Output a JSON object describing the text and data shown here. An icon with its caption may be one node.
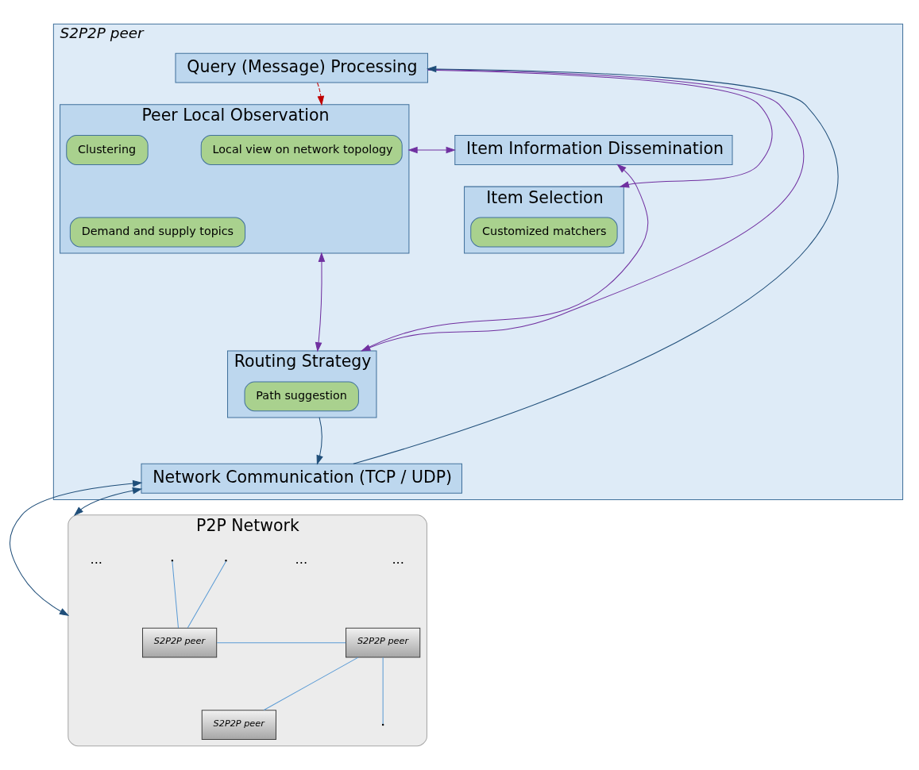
{
  "diagram": {
    "nodes": [
      {
        "text": [
          "S2P2P peer"
        ]
      },
      {
        "text": [
          "Query (Message) Processing"
        ],
        "in": 0
      },
      {
        "text": [
          "Peer Local Observation"
        ],
        "in": 0
      },
      {
        "text": [
          "Local view on network topology"
        ],
        "in": 2
      },
      {
        "text": [
          "Clustering"
        ],
        "in": 2
      },
      {
        "text": [
          "Demand and supply topics"
        ],
        "in": 2
      },
      {
        "text": [
          "Item Information Dissemination"
        ],
        "in": 0
      },
      {
        "text": [
          "Item Selection"
        ],
        "in": 0
      },
      {
        "text": [
          "Customized matchers"
        ],
        "in": 7
      },
      {
        "text": [
          "Routing Strategy"
        ],
        "in": 0
      },
      {
        "text": [
          "Path suggestion"
        ],
        "in": 9
      },
      {
        "text": [
          "Network Communication (TCP / UDP)"
        ],
        "in": 0
      },
      {
        "text": [
          "P2P Network"
        ]
      },
      {
        "text": [
          "S2P2P peer"
        ],
        "in": 12
      },
      {
        "text": [
          "S2P2P peer"
        ],
        "in": 12
      },
      {
        "text": [
          "S2P2P peer"
        ],
        "in": 12
      },
      {
        "text": [
          "..."
        ],
        "in": 12
      },
      {
        "text": [
          "..."
        ],
        "in": 12
      },
      {
        "text": [
          "..."
        ],
        "in": 12
      }
    ],
    "edges": [
      {
        "from": 11,
        "to": 1,
        "arrow": "to",
        "color": "#1f4e79"
      },
      {
        "from": 1,
        "to": 2,
        "arrow": "to",
        "style": "dashed",
        "color": "#c00000"
      },
      {
        "from": 1,
        "to": 9,
        "arrow": "to",
        "color": "#7030a0"
      },
      {
        "from": 1,
        "to": 7,
        "arrow": "to",
        "color": "#7030a0"
      },
      {
        "from": 2,
        "to": 6,
        "arrow": "both",
        "color": "#7030a0"
      },
      {
        "from": 9,
        "to": 6,
        "arrow": "to",
        "color": "#7030a0"
      },
      {
        "from": 2,
        "to": 9,
        "arrow": "both",
        "color": "#7030a0"
      },
      {
        "from": 9,
        "to": 11,
        "arrow": "to",
        "color": "#1f4e79"
      },
      {
        "from": 11,
        "to": 12,
        "arrow": "both",
        "color": "#1f4e79"
      },
      {
        "from": 11,
        "to": 12,
        "arrow": "both",
        "color": "#1f4e79"
      },
      {
        "from": null,
        "to": 13,
        "arrow": "none",
        "color": "#5b9bd5"
      },
      {
        "from": null,
        "to": 13,
        "arrow": "none",
        "color": "#5b9bd5"
      },
      {
        "from": 13,
        "to": 15,
        "arrow": "none",
        "color": "#5b9bd5"
      },
      {
        "from": 14,
        "to": 15,
        "arrow": "none",
        "color": "#5b9bd5"
      },
      {
        "from": 15,
        "to": null,
        "arrow": "none",
        "color": "#5b9bd5"
      }
    ]
  }
}
